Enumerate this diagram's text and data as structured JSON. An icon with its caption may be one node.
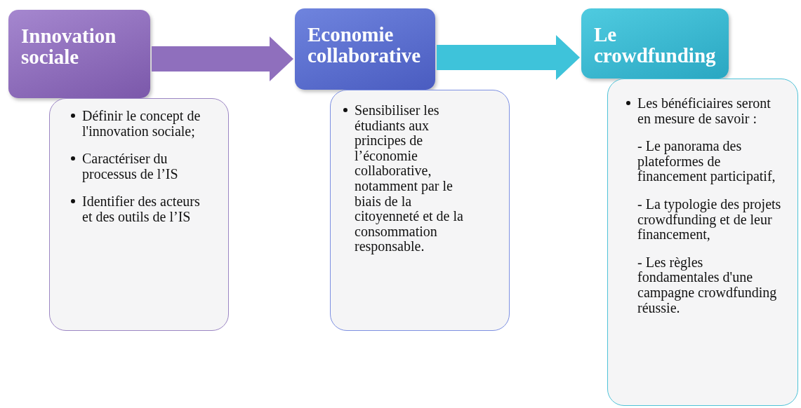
{
  "diagram": {
    "nodes": [
      {
        "text": [
          "Innovation sociale"
        ]
      },
      {
        "text": [
          "Définir le concept de l'innovation sociale;",
          "Caractériser du processus de l’IS",
          "Identifier des acteurs et des outils de l’IS"
        ]
      },
      {
        "text": [
          "Economie collaborative"
        ]
      },
      {
        "text": [
          "Sensibiliser les étudiants aux principes de l’économie collaborative, notamment par le biais de la citoyenneté et de la consommation responsable."
        ]
      },
      {
        "text": [
          "Le crowdfunding"
        ]
      },
      {
        "text": [
          "Les bénéficiaires seront en mesure de savoir :",
          "-  Le panorama des plateformes de financement participatif,",
          "-  La typologie des projets crowdfunding et de leur financement,",
          "- Les règles fondamentales d'une campagne crowdfunding réussie."
        ]
      }
    ],
    "edges": [
      {
        "from": 0,
        "to": 2,
        "arrow": "to",
        "color": "#8f6fbd"
      },
      {
        "from": 2,
        "to": 4,
        "arrow": "to",
        "color": "#3ec3da"
      }
    ]
  }
}
